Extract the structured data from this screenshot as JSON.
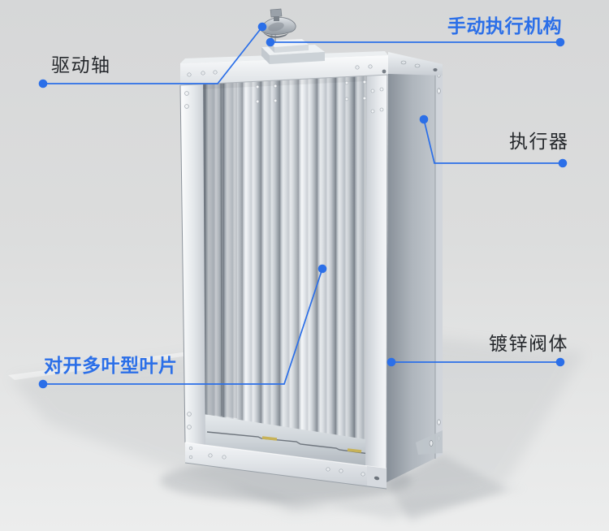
{
  "colors": {
    "accent": "#2b6fe8",
    "label": "#25282c",
    "background_top": "#d6d7d8",
    "background_bottom": "#eceded"
  },
  "callouts": {
    "manual_actuator": {
      "label": "手动执行机构",
      "accent": true
    },
    "drive_shaft": {
      "label": "驱动轴",
      "accent": false
    },
    "actuator": {
      "label": "执行器",
      "accent": false
    },
    "valve_body": {
      "label": "镀锌阀体",
      "accent": false
    },
    "blades": {
      "label": "对开多叶型叶片",
      "accent": true
    }
  }
}
